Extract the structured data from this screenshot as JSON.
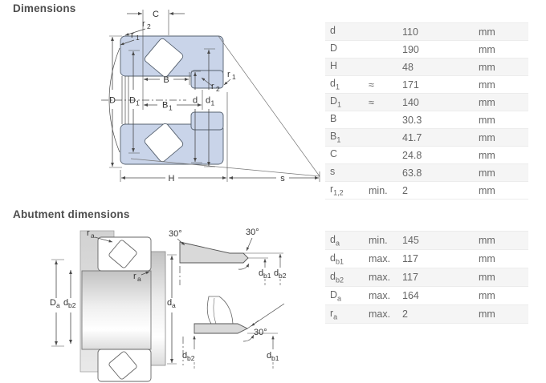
{
  "colors": {
    "bearing_fill": "#c9d4e9",
    "steel_gray": "#d9d9d9",
    "drawing_line": "#4a4a4a",
    "heading_color": "#4d4d4d",
    "text_color": "#666666",
    "row_alt_bg": "#f5f5f5"
  },
  "headings": {
    "dimensions": "Dimensions",
    "abutment": "Abutment dimensions"
  },
  "sym": {
    "C": "C",
    "B": "B",
    "D": "D",
    "H": "H",
    "s": "s",
    "d": "d",
    "r": "r",
    "sub_1": "1",
    "sub_2": "2",
    "sub_12": "1,2",
    "sub_a": "a",
    "sub_b1": "b1",
    "sub_b2": "b2",
    "deg30": "30°"
  },
  "dim_table": {
    "rows": [
      {
        "base": "d",
        "sub": "",
        "qual": "",
        "value": "110",
        "unit": "mm"
      },
      {
        "base": "D",
        "sub": "",
        "qual": "",
        "value": "190",
        "unit": "mm"
      },
      {
        "base": "H",
        "sub": "",
        "qual": "",
        "value": "48",
        "unit": "mm"
      },
      {
        "base": "d",
        "sub": "1",
        "qual": "≈",
        "value": "171",
        "unit": "mm"
      },
      {
        "base": "D",
        "sub": "1",
        "qual": "≈",
        "value": "140",
        "unit": "mm"
      },
      {
        "base": "B",
        "sub": "",
        "qual": "",
        "value": "30.3",
        "unit": "mm"
      },
      {
        "base": "B",
        "sub": "1",
        "qual": "",
        "value": "41.7",
        "unit": "mm"
      },
      {
        "base": "C",
        "sub": "",
        "qual": "",
        "value": "24.8",
        "unit": "mm"
      },
      {
        "base": "s",
        "sub": "",
        "qual": "",
        "value": "63.8",
        "unit": "mm"
      },
      {
        "base": "r",
        "sub": "1,2",
        "qual": "min.",
        "value": "2",
        "unit": "mm"
      }
    ]
  },
  "abut_table": {
    "rows": [
      {
        "base": "d",
        "sub": "a",
        "qual": "min.",
        "value": "145",
        "unit": "mm"
      },
      {
        "base": "d",
        "sub": "b1",
        "qual": "max.",
        "value": "117",
        "unit": "mm"
      },
      {
        "base": "d",
        "sub": "b2",
        "qual": "max.",
        "value": "117",
        "unit": "mm"
      },
      {
        "base": "D",
        "sub": "a",
        "qual": "max.",
        "value": "164",
        "unit": "mm"
      },
      {
        "base": "r",
        "sub": "a",
        "qual": "max.",
        "value": "2",
        "unit": "mm"
      }
    ]
  }
}
